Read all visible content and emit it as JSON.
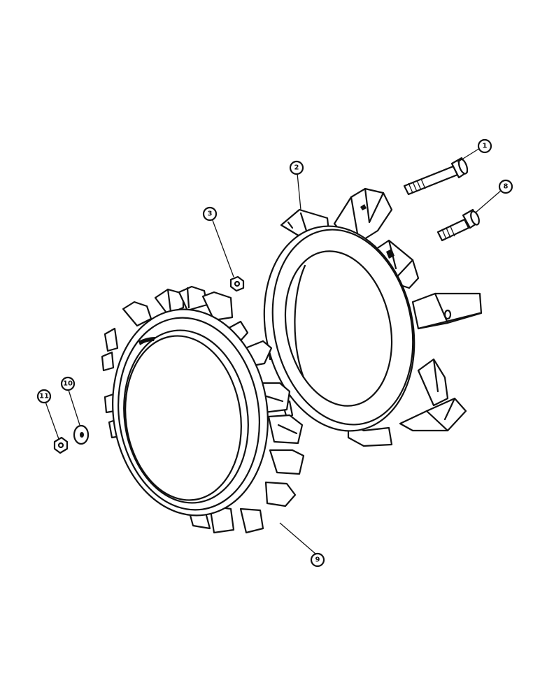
{
  "diagram": {
    "callouts": [
      {
        "id": "c1",
        "label": "1"
      },
      {
        "id": "c2",
        "label": "2"
      },
      {
        "id": "c3",
        "label": "3"
      },
      {
        "id": "c8",
        "label": "8"
      },
      {
        "id": "c9",
        "label": "9"
      },
      {
        "id": "c10",
        "label": "10"
      },
      {
        "id": "c11",
        "label": "11"
      }
    ],
    "parts": [
      {
        "callout": "1",
        "icon": "long-bolt"
      },
      {
        "callout": "2",
        "icon": "outer-wheel-weight-ring"
      },
      {
        "callout": "3",
        "icon": "hex-nut"
      },
      {
        "callout": "8",
        "icon": "short-bolt"
      },
      {
        "callout": "9",
        "icon": "inner-wheel-weight-ring"
      },
      {
        "callout": "10",
        "icon": "flat-washer"
      },
      {
        "callout": "11",
        "icon": "hex-nut"
      }
    ]
  }
}
